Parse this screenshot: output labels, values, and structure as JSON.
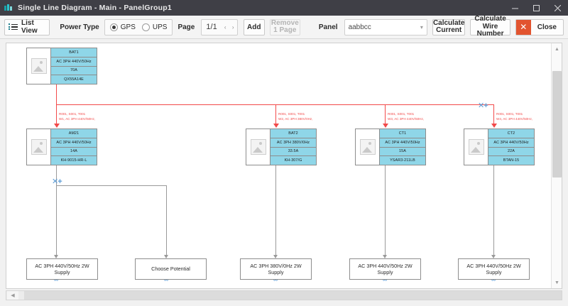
{
  "window": {
    "title": "Single Line Diagram - Main - PanelGroup1",
    "app_icon": "app-logo-icon",
    "controls": {
      "minimize": "minimize-icon",
      "maximize": "maximize-icon",
      "close": "close-icon"
    }
  },
  "toolbar": {
    "list_view": "List View",
    "power_type_label": "Power Type",
    "power_types": [
      {
        "label": "GPS",
        "selected": true
      },
      {
        "label": "UPS",
        "selected": false
      }
    ],
    "page_label": "Page",
    "page_value": "1/1",
    "page_prev": "‹",
    "page_next": "›",
    "add": "Add",
    "remove_page": "Remove\n1 Page",
    "panel_label": "Panel",
    "panel_value": "aabbcc",
    "calculate_current": "Calculate\nCurrent",
    "calculate_wire_number": "Calculate\nWire Number",
    "close": "Close",
    "close_glyph": "✕",
    "accent_close": "#e2542f",
    "accent_node": "#8fd6e8",
    "accent_wire_red": "#f24a4a",
    "accent_marker": "#5b9bd5"
  },
  "diagram": {
    "source": {
      "name": "source-node-bat1",
      "rows": [
        "BAT1",
        "AC 3PH 440V/50Hz",
        "70A",
        "QX55A14E"
      ]
    },
    "nodes": [
      {
        "name": "node-am21",
        "rows": [
          "AM21",
          "AC 3PH 440V/50Hz",
          "14A",
          "KH-9015-HR-L"
        ],
        "wire_label": [
          "R001, S001, T001",
          "W1, AC 3PH 440V/50Hz,"
        ]
      },
      {
        "name": "node-bat2",
        "rows": [
          "BAT2",
          "AC 3PH 380V/0Hz",
          "33.5A",
          "KH-307/G"
        ],
        "wire_label": [
          "R001, S001, T001",
          "W2, AC 3PH 380V/0Hz,"
        ]
      },
      {
        "name": "node-ct1",
        "rows": [
          "CT1",
          "AC 3PH 440V/50Hz",
          "15A",
          "YSAR3-211LB"
        ],
        "wire_label": [
          "R001, S001, T001",
          "W3, AC 3PH 440V/50Hz,"
        ]
      },
      {
        "name": "node-ct2",
        "rows": [
          "CT2",
          "AC 3PH 440V/50Hz",
          "22A",
          "BTAN-15"
        ],
        "wire_label": [
          "R001, S001, T001",
          "W4, AC 3PH 440V/50Hz,"
        ]
      }
    ],
    "supplies": [
      {
        "name": "supply-1",
        "text": "AC 3PH 440V/50Hz 2W Supply"
      },
      {
        "name": "supply-choose-potential",
        "text": "Choose Potential"
      },
      {
        "name": "supply-2",
        "text": "AC 3PH 380V/0Hz 2W Supply"
      },
      {
        "name": "supply-3",
        "text": "AC 3PH 440V/50Hz 2W Supply"
      },
      {
        "name": "supply-4",
        "text": "AC 3PH 440V/50Hz 2W Supply"
      }
    ],
    "markers": [
      {
        "name": "add-point-marker-top-right",
        "glyph": "✕+"
      },
      {
        "name": "add-point-marker-branch",
        "glyph": "✕+"
      }
    ],
    "expand_glyph": "ˇˇ"
  }
}
